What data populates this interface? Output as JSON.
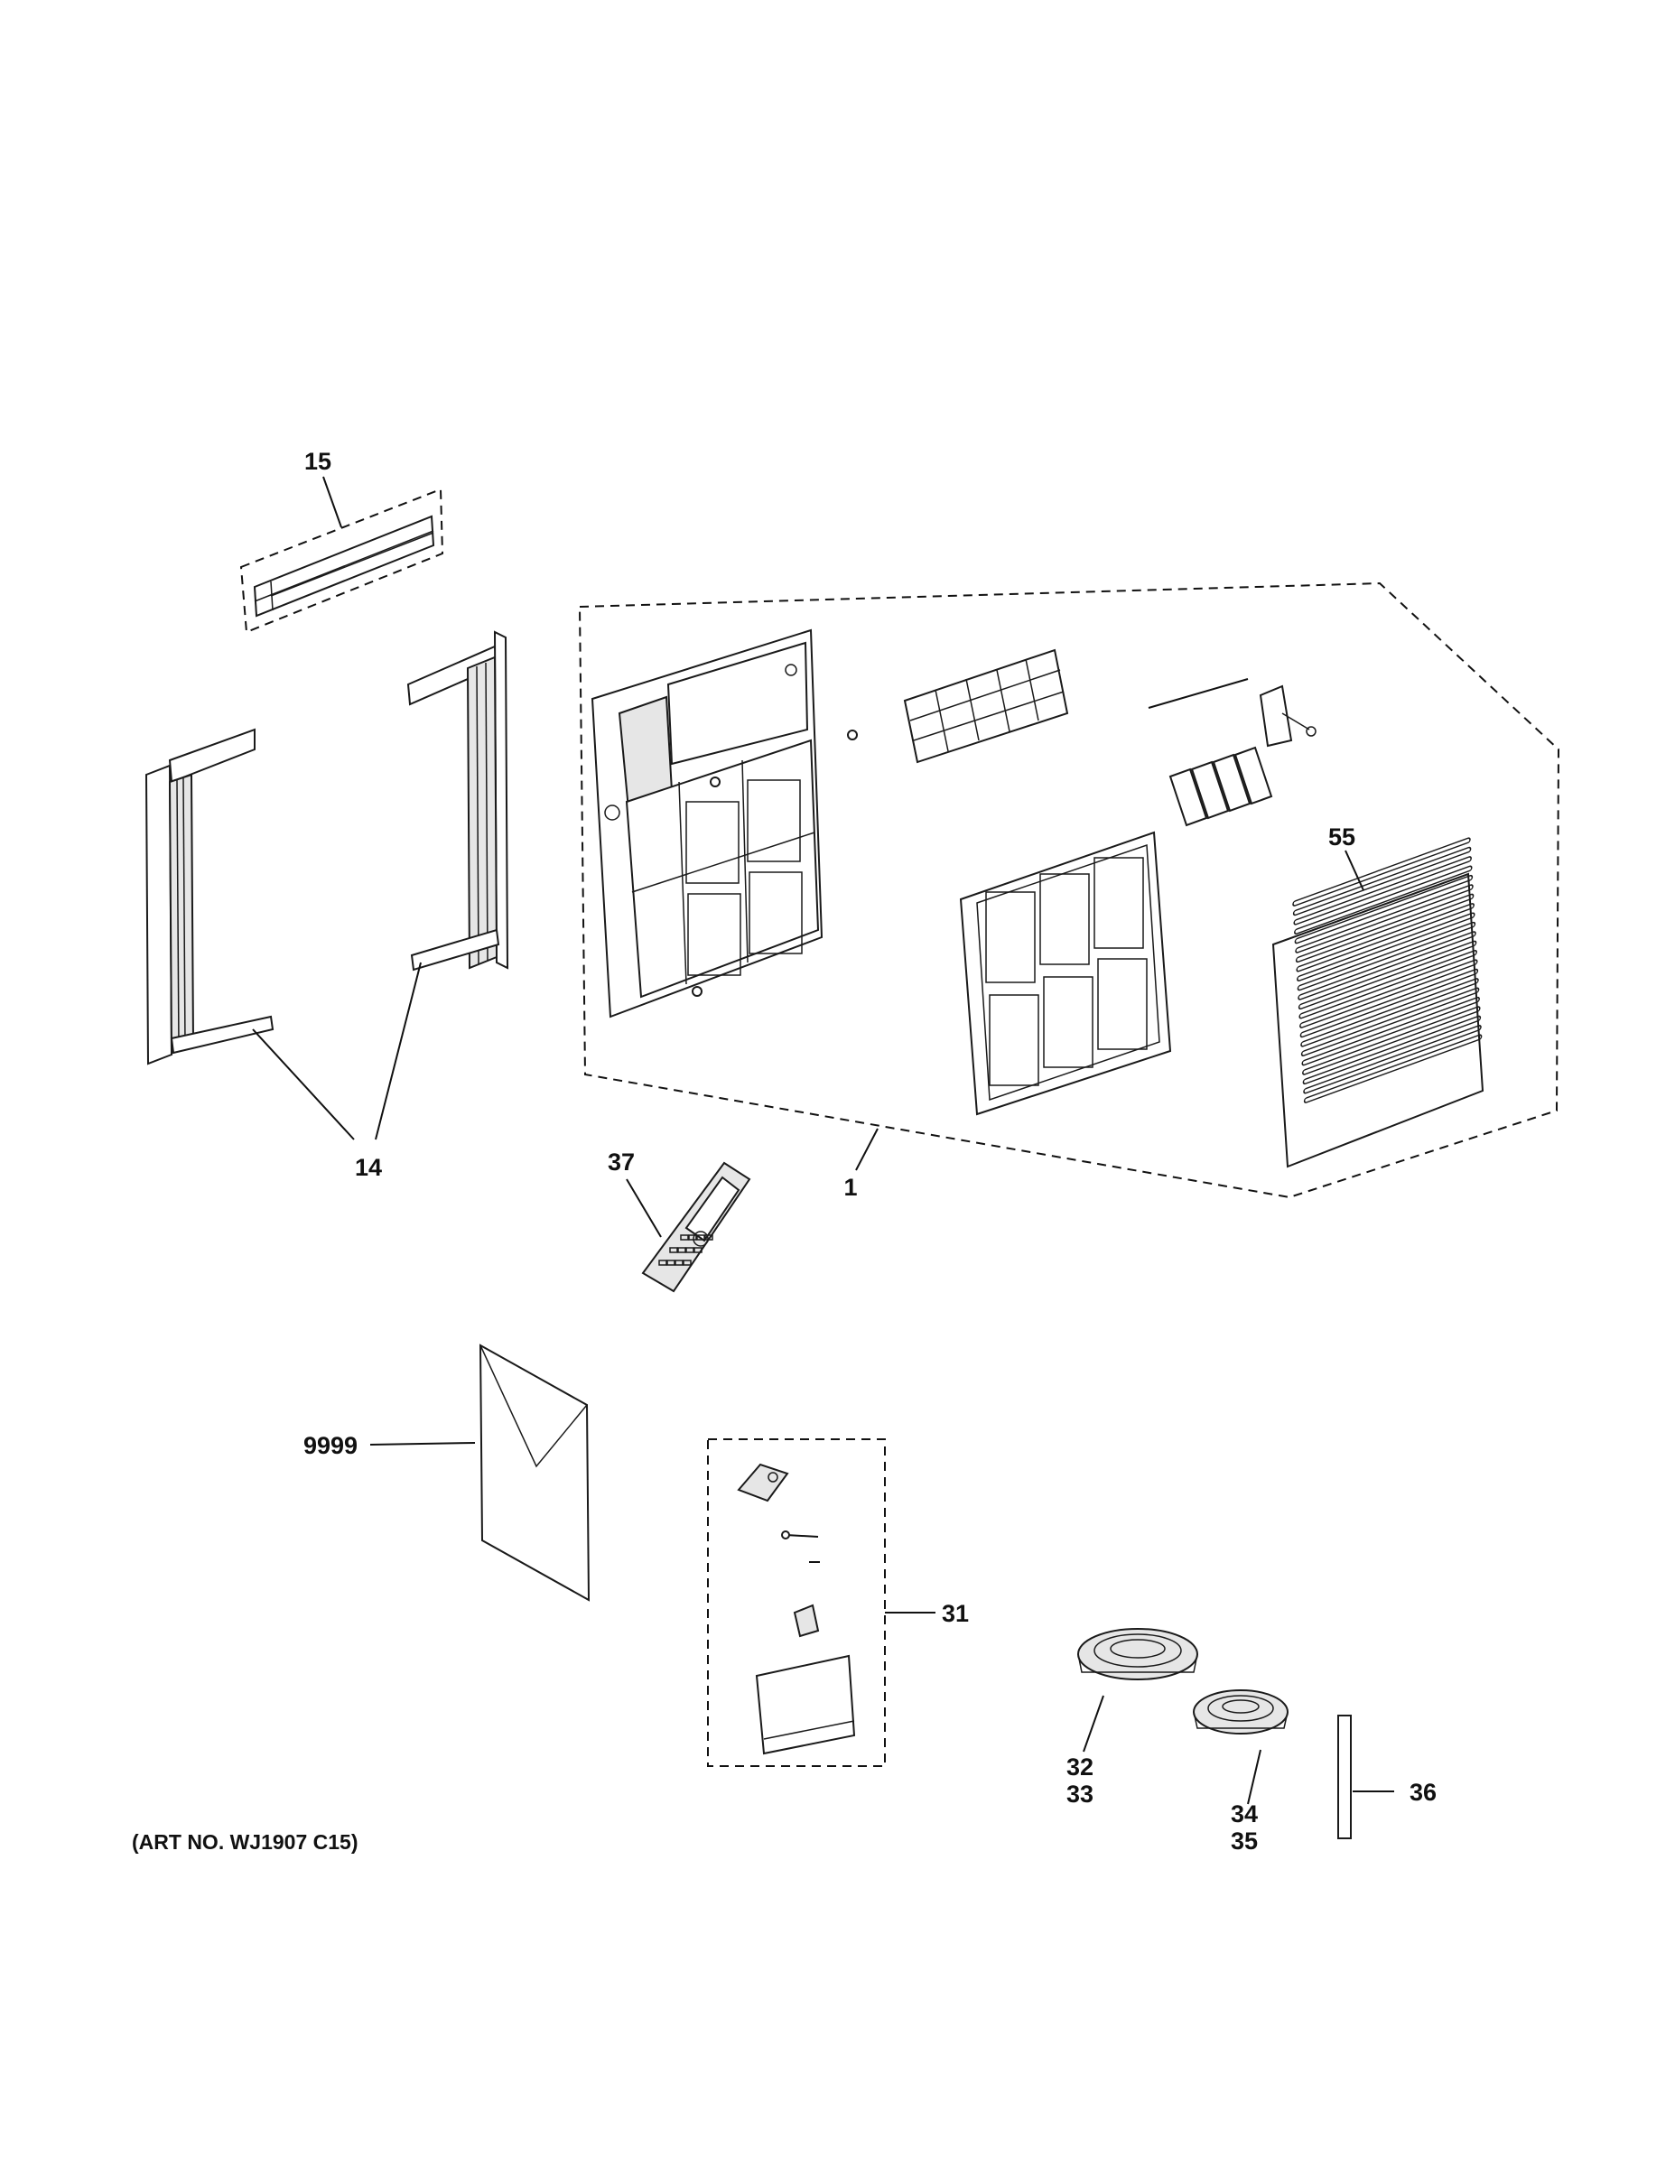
{
  "callouts": {
    "c15": "15",
    "c14": "14",
    "c1": "1",
    "c55": "55",
    "c37": "37",
    "c9999": "9999",
    "c31": "31",
    "c32": "32",
    "c33": "33",
    "c34": "34",
    "c35": "35",
    "c36": "36"
  },
  "art_number": "(ART NO. WJ1907 C15)"
}
